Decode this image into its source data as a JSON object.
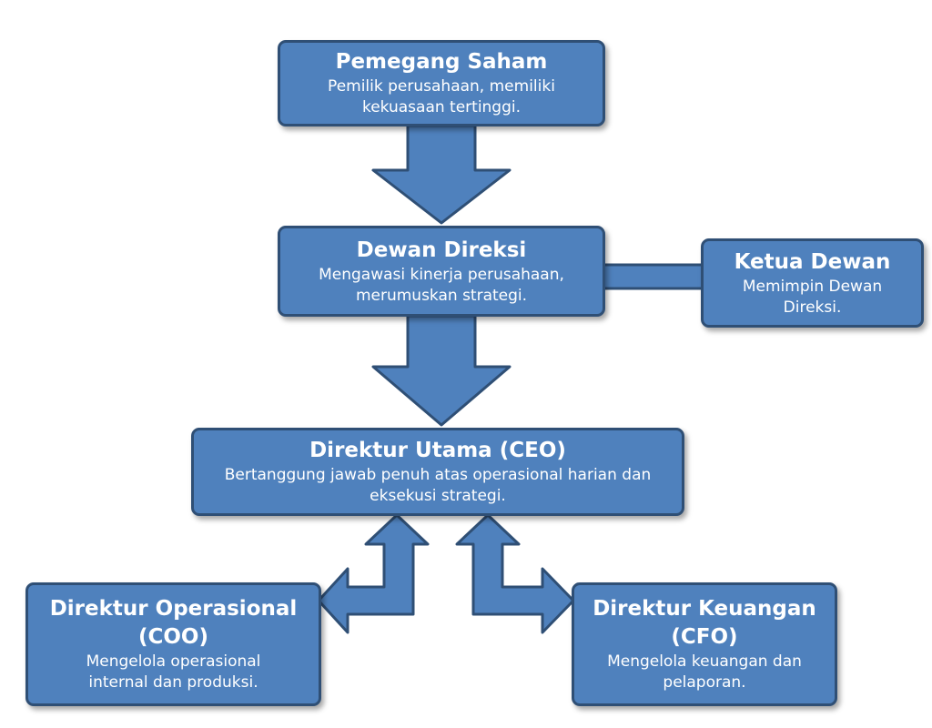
{
  "nodes": {
    "pemegang_saham": {
      "title": "Pemegang Saham",
      "desc_1": "Pemilik perusahaan, memiliki",
      "desc_2": "kekuasaan tertinggi."
    },
    "dewan_direksi": {
      "title": "Dewan Direksi",
      "desc_1": "Mengawasi kinerja perusahaan,",
      "desc_2": "merumuskan strategi."
    },
    "ketua_dewan": {
      "title": "Ketua Dewan",
      "desc_1": "Memimpin Dewan",
      "desc_2": "Direksi."
    },
    "direktur_utama": {
      "title": "Direktur Utama (CEO)",
      "desc_1": "Bertanggung jawab penuh atas operasional harian dan",
      "desc_2": "eksekusi strategi."
    },
    "direktur_operasional": {
      "title_1": "Direktur Operasional",
      "title_2": "(COO)",
      "desc_1": "Mengelola operasional",
      "desc_2": "internal dan produksi."
    },
    "direktur_keuangan": {
      "title_1": "Direktur Keuangan",
      "title_2": "(CFO)",
      "desc_1": "Mengelola keuangan dan",
      "desc_2": "pelaporan."
    }
  },
  "edges": [
    {
      "from": "pemegang_saham",
      "to": "dewan_direksi",
      "style": "block-arrow"
    },
    {
      "from": "dewan_direksi",
      "to": "ketua_dewan",
      "style": "connector-bar"
    },
    {
      "from": "dewan_direksi",
      "to": "direktur_utama",
      "style": "block-arrow"
    },
    {
      "from": "direktur_utama",
      "to": "direktur_operasional",
      "style": "bent-double-arrow"
    },
    {
      "from": "direktur_utama",
      "to": "direktur_keuangan",
      "style": "bent-double-arrow"
    }
  ],
  "colors": {
    "box_fill": "#4f81bd",
    "box_border": "#2f4f75",
    "arrow_fill": "#4f81bd",
    "text": "#ffffff"
  }
}
